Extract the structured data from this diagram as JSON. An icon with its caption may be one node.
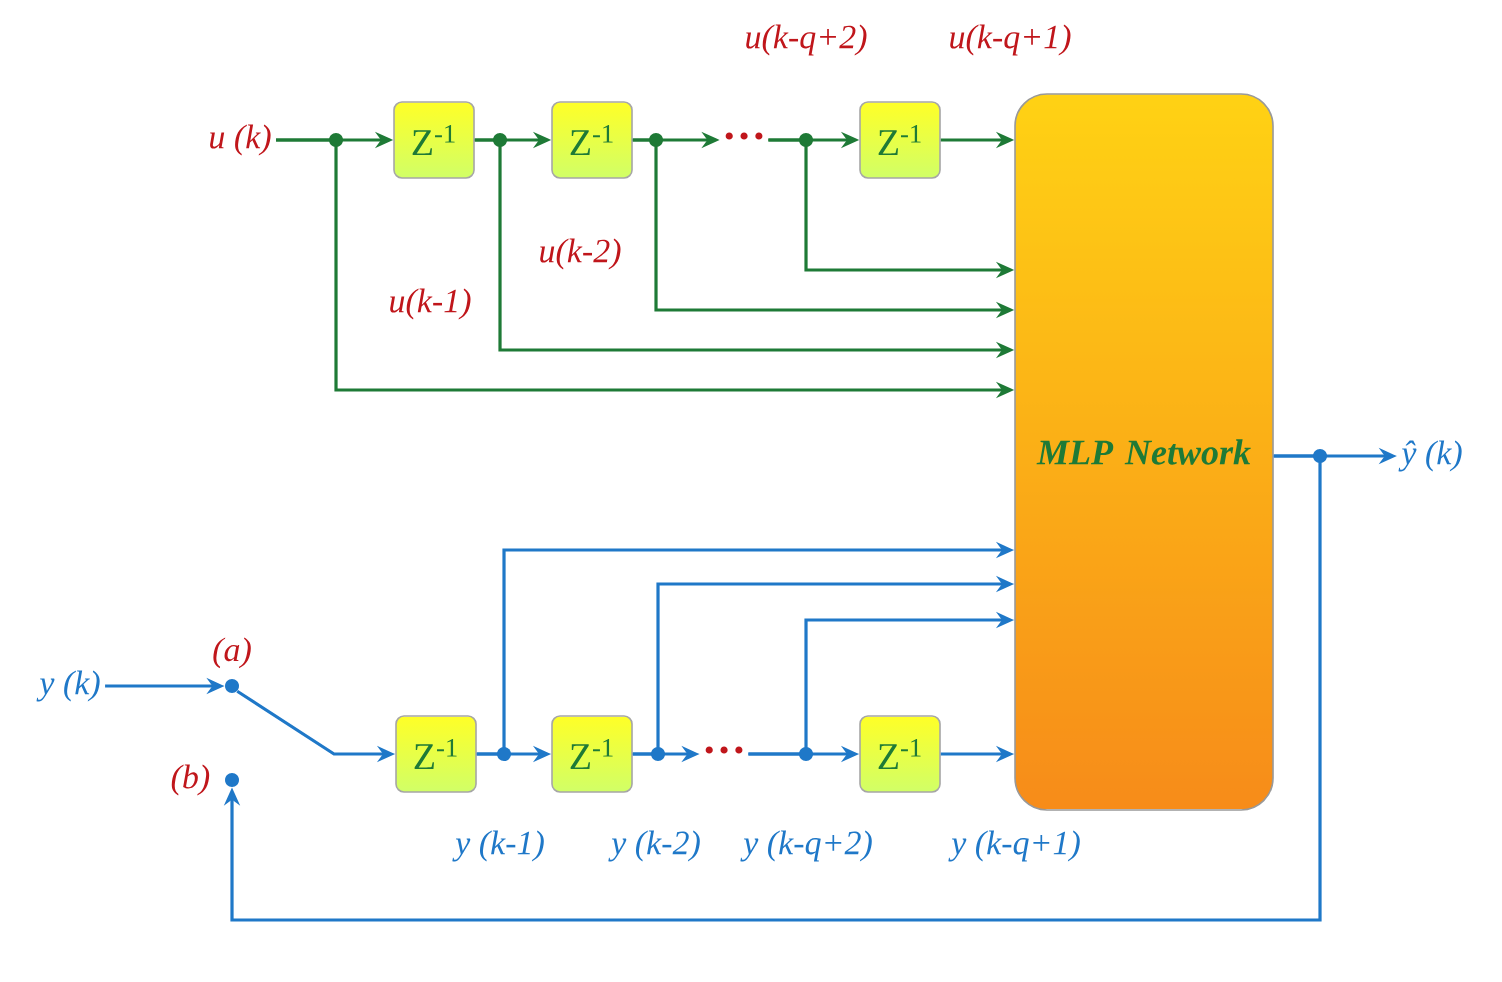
{
  "diagram": {
    "nodes": [
      {
        "text": [
          "u (k)"
        ]
      },
      {
        "text": [
          "Z$^{-1}$"
        ]
      },
      {
        "text": [
          "Z$^{-1}$"
        ]
      },
      {
        "text": [
          "…"
        ]
      },
      {
        "text": [
          "Z$^{-1}$"
        ]
      },
      {
        "text": [
          "MLP Network"
        ]
      },
      {
        "text": [
          "ŷ (k)"
        ]
      },
      {
        "text": [
          "y (k)"
        ]
      },
      {
        "text": [],
        "shape": "circle",
        "beside": [
          "(a)"
        ]
      },
      {
        "text": [],
        "shape": "circle",
        "beside": [
          "(b)"
        ]
      },
      {
        "text": [
          "Z$^{-1}$"
        ]
      },
      {
        "text": [
          "Z$^{-1}$"
        ]
      },
      {
        "text": [
          "…"
        ]
      },
      {
        "text": [
          "Z$^{-1}$"
        ]
      }
    ],
    "edges": [
      {
        "from": 0,
        "to": 1,
        "arrow": "to",
        "color": "#1e7a36"
      },
      {
        "from": 0,
        "to": 5,
        "arrow": "to",
        "color": "#1e7a36"
      },
      {
        "from": 1,
        "to": 2,
        "arrow": "to",
        "color": "#1e7a36"
      },
      {
        "from": 1,
        "to": 5,
        "arrow": "to",
        "color": "#1e7a36"
      },
      {
        "from": 2,
        "to": 3,
        "arrow": "to",
        "color": "#1e7a36"
      },
      {
        "from": 2,
        "to": 5,
        "arrow": "to",
        "color": "#1e7a36"
      },
      {
        "from": 3,
        "to": 4,
        "arrow": "to",
        "color": "#1e7a36"
      },
      {
        "from": 3,
        "to": 5,
        "arrow": "to",
        "color": "#1e7a36"
      },
      {
        "from": 4,
        "to": 5,
        "arrow": "to",
        "color": "#1e7a36"
      },
      {
        "from": 5,
        "to": 6,
        "arrow": "to"
      },
      {
        "from": 7,
        "to": 8,
        "arrow": "to"
      },
      {
        "from": 8,
        "to": 10,
        "arrow": "to"
      },
      {
        "from": 10,
        "to": 11,
        "arrow": "to"
      },
      {
        "from": 10,
        "to": 5,
        "arrow": "to"
      },
      {
        "from": 11,
        "to": 12,
        "arrow": "to"
      },
      {
        "from": 11,
        "to": 5,
        "arrow": "to"
      },
      {
        "from": 12,
        "to": 13,
        "arrow": "to"
      },
      {
        "from": 12,
        "to": 5,
        "arrow": "to"
      },
      {
        "from": 13,
        "to": 5,
        "arrow": "to"
      },
      {
        "from": 5,
        "to": 9,
        "arrow": "to"
      }
    ],
    "labels": [
      "u(k-q+2)",
      "u(k-q+1)",
      "u(k-2)",
      "u(k-1)",
      "y (k-1)",
      "y (k-2)",
      "y (k-q+2)",
      "y (k-q+1)"
    ]
  }
}
